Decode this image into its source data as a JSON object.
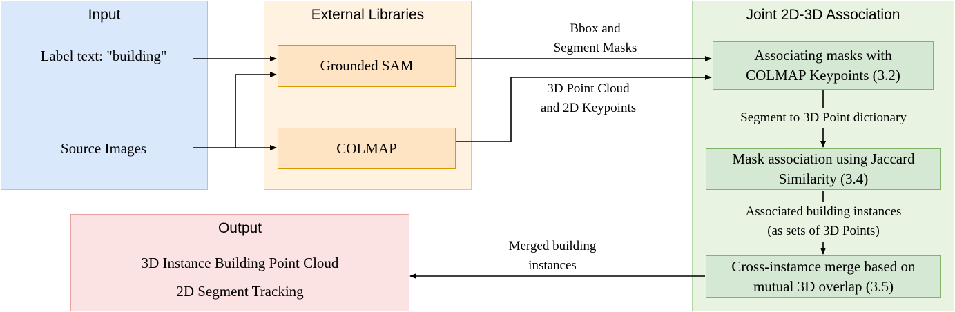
{
  "groups": {
    "input": {
      "title": "Input",
      "label_text": "Label text: \"building\"",
      "source_images": "Source Images",
      "fill": "#dae8fc",
      "stroke": "#a9c4eb"
    },
    "external": {
      "title": "External Libraries",
      "grounded_sam": "Grounded SAM",
      "colmap": "COLMAP",
      "fill": "#fff2e0",
      "stroke": "#f0c27a",
      "box_fill": "#ffe4c4",
      "box_stroke": "#d79b00"
    },
    "joint": {
      "title": "Joint 2D-3D Association",
      "step1": [
        "Associating masks with",
        "COLMAP Keypoints (3.2)"
      ],
      "step2": [
        "Mask association using Jaccard",
        "Similarity (3.4)"
      ],
      "step3": [
        "Cross-instamce merge based on",
        "mutual 3D overlap (3.5)"
      ],
      "fill": "#e8f3e2",
      "stroke": "#b7d6a8",
      "box_fill": "#d5e8d4",
      "box_stroke": "#82b366"
    },
    "output": {
      "title": "Output",
      "line1": "3D Instance Building Point Cloud",
      "line2": "2D Segment Tracking",
      "fill": "#fbe3e3",
      "stroke": "#e8a1a1"
    }
  },
  "edge_labels": {
    "bbox_masks": [
      "Bbox and",
      "Segment Masks"
    ],
    "point_cloud": [
      "3D Point Cloud",
      "and 2D Keypoints"
    ],
    "segment_dict": "Segment to 3D Point dictionary",
    "associated": [
      "Associated building instances",
      "(as sets of 3D Points)"
    ],
    "merged": [
      "Merged building",
      "instances"
    ]
  }
}
